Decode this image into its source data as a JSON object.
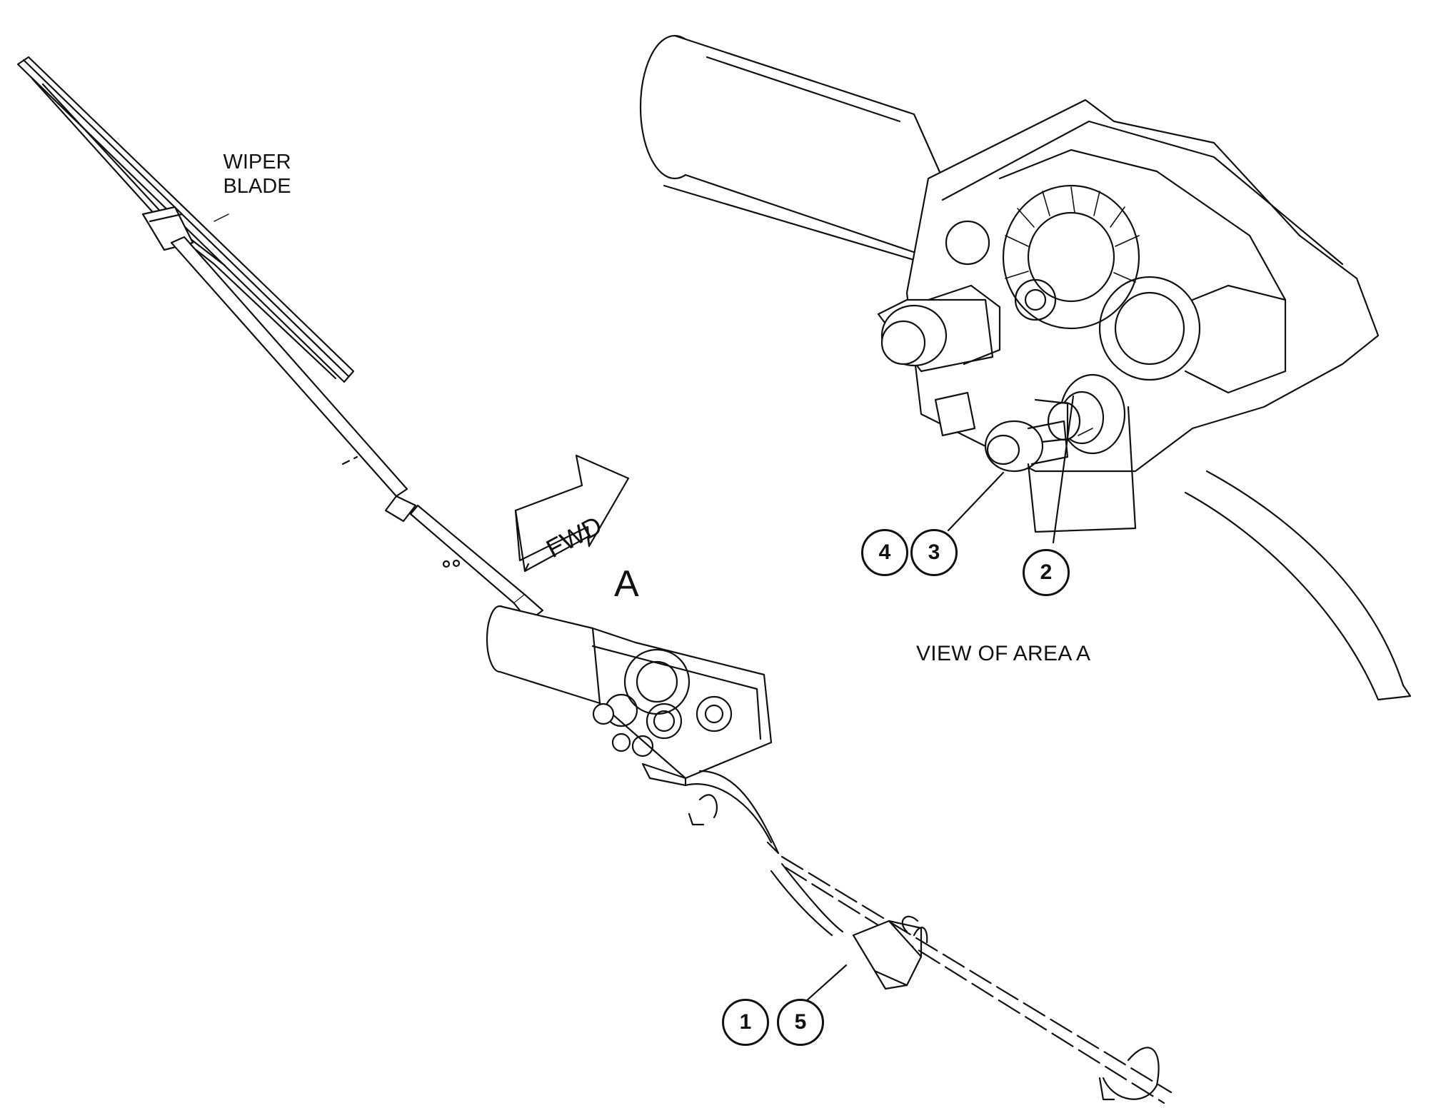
{
  "labels": {
    "wiper_blade_line1": "WIPER",
    "wiper_blade_line2": "BLADE",
    "view_of_area": "VIEW OF AREA A",
    "area_marker": "A",
    "fwd_arrow": "FWD"
  },
  "callouts": {
    "c4": "4",
    "c3": "3",
    "c2": "2",
    "c1": "1",
    "c5": "5"
  }
}
